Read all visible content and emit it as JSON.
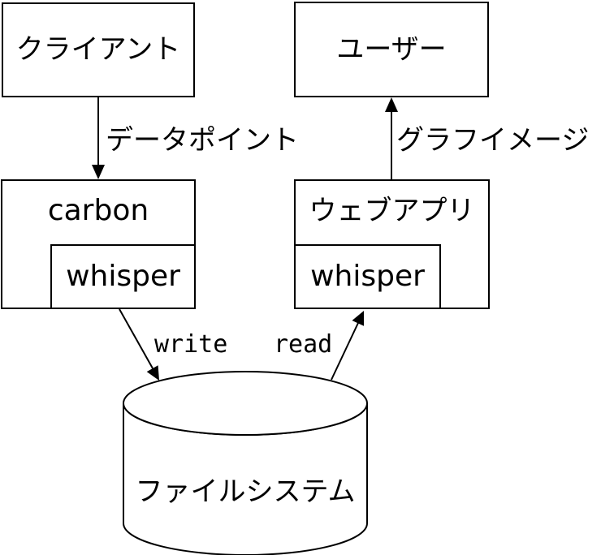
{
  "diagram": {
    "title": "graphite architecture diagram",
    "nodes": {
      "client": {
        "label": "クライアント"
      },
      "user": {
        "label": "ユーザー"
      },
      "carbon": {
        "label": "carbon"
      },
      "carbon_whisper": {
        "label": "whisper"
      },
      "webapp": {
        "label": "ウェブアプリ"
      },
      "webapp_whisper": {
        "label": "whisper"
      },
      "filesystem": {
        "label": "ファイルシステム"
      }
    },
    "edges": [
      {
        "from": "client",
        "to": "carbon",
        "label": "データポイント"
      },
      {
        "from": "webapp",
        "to": "user",
        "label": "グラフイメージ"
      },
      {
        "from": "carbon_whisper",
        "to": "filesystem",
        "label": "write"
      },
      {
        "from": "filesystem",
        "to": "webapp_whisper",
        "label": "read"
      }
    ],
    "colors": {
      "stroke": "#000000",
      "background": "#ffffff",
      "text": "#000000"
    }
  }
}
